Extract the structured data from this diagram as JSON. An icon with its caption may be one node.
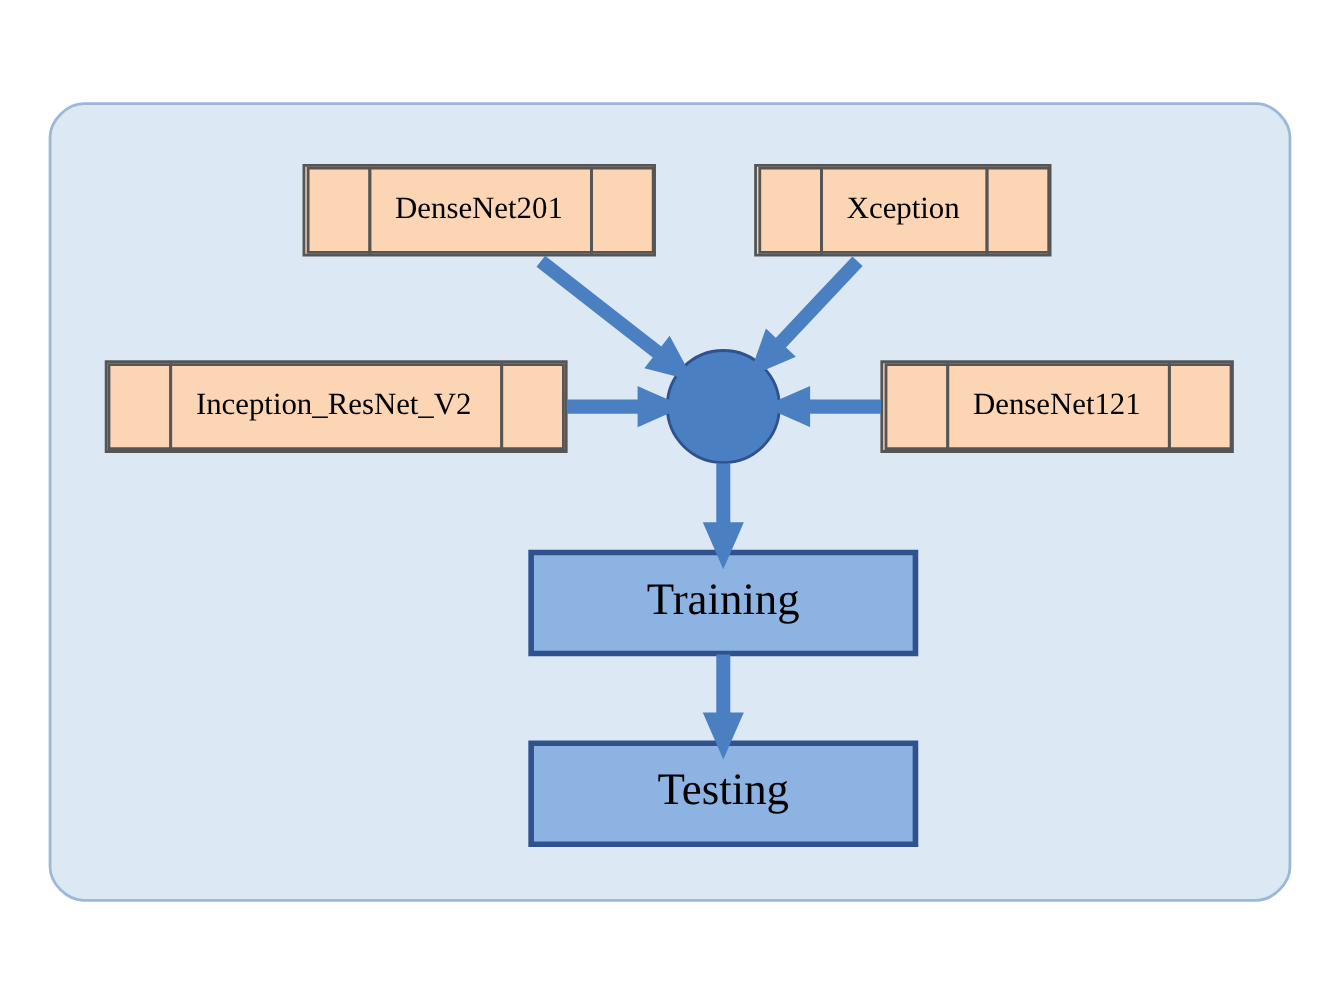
{
  "diagram": {
    "nodes": [
      {
        "text": [],
        "shape": "box"
      },
      {
        "text": [
          "Xception"
        ],
        "in": 0
      },
      {
        "text": [
          "DenseNet201"
        ],
        "in": 0
      },
      {
        "text": [
          "Inception_ResNet_V2"
        ],
        "in": 0
      },
      {
        "text": [
          "DenseNet121"
        ],
        "in": 0
      },
      {
        "text": [],
        "shape": "circle",
        "in": 0
      },
      {
        "text": [
          "Training"
        ],
        "in": 0
      },
      {
        "text": [
          "Testing"
        ],
        "in": 0
      }
    ],
    "edges": [
      {
        "from": 1,
        "to": 5,
        "arrow": "to"
      },
      {
        "from": 2,
        "to": 5,
        "arrow": "to"
      },
      {
        "from": 3,
        "to": 5,
        "arrow": "to"
      },
      {
        "from": 4,
        "to": 5,
        "arrow": "to"
      },
      {
        "from": 5,
        "to": 6,
        "arrow": "to"
      },
      {
        "from": 6,
        "to": 7,
        "arrow": "to"
      }
    ]
  }
}
